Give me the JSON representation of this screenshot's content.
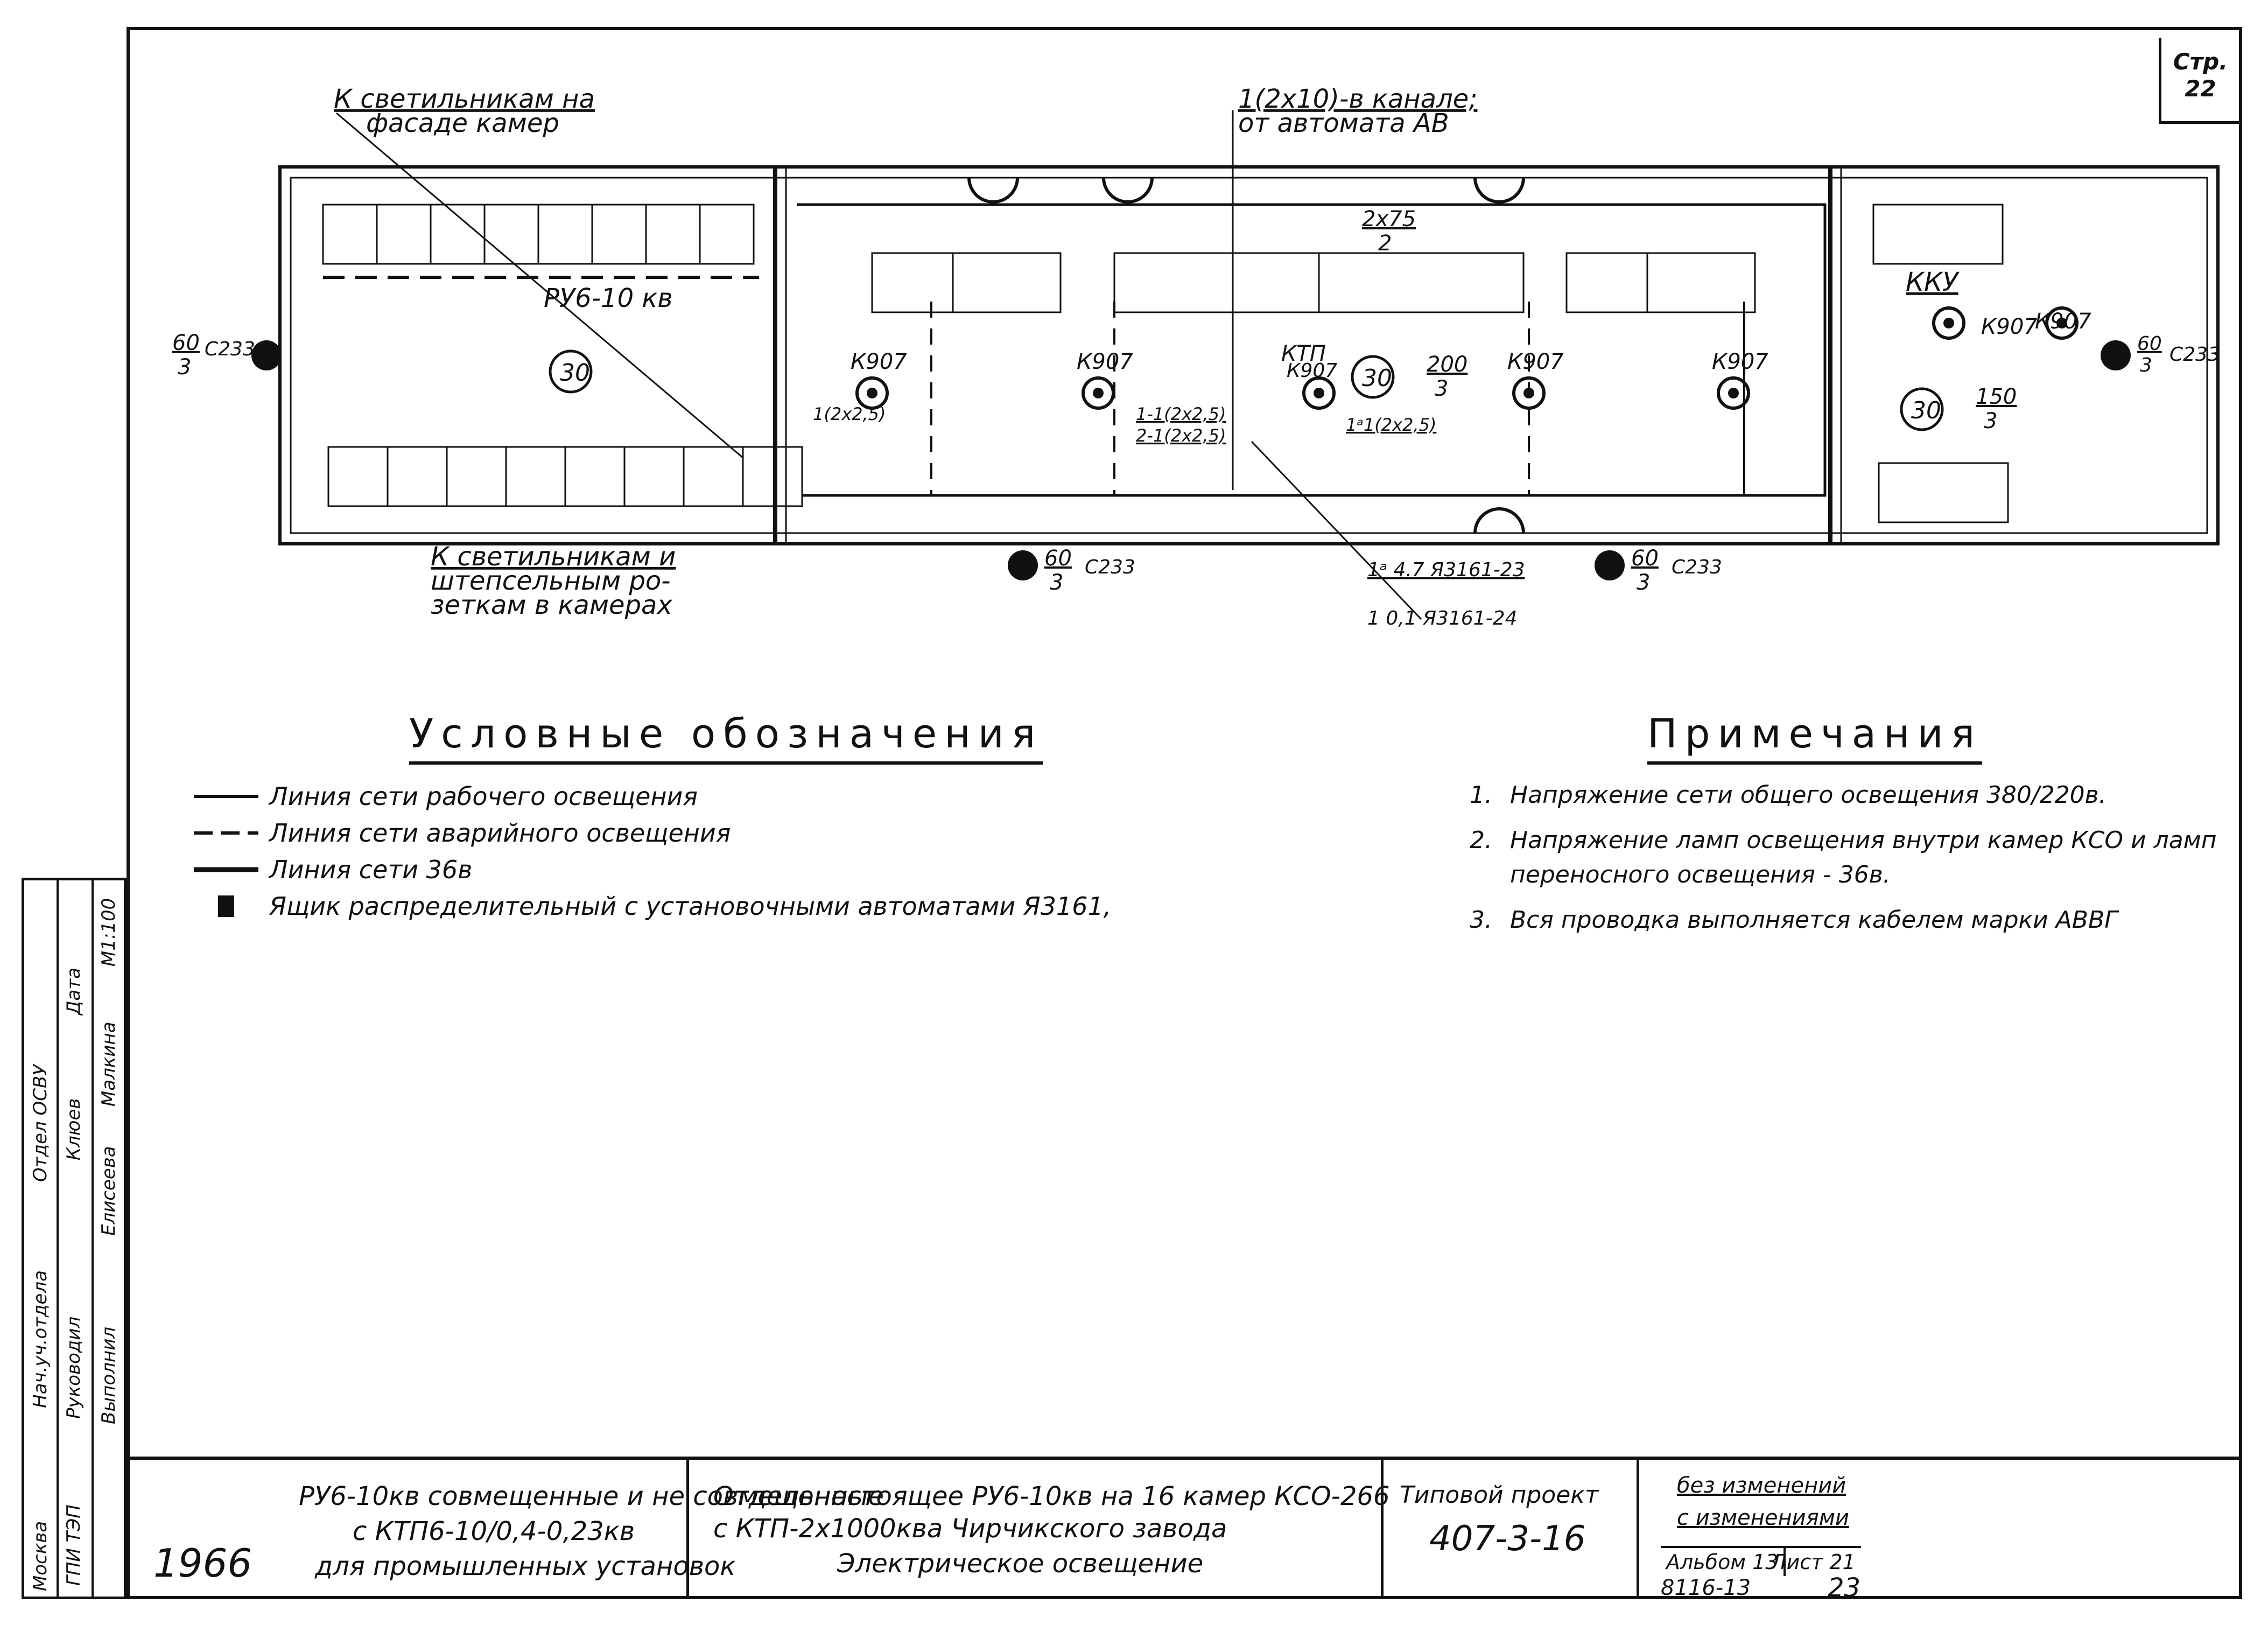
{
  "page_no": {
    "label": "Стр.",
    "value": "22"
  },
  "plan": {
    "callout_facade": [
      "К светильникам на",
      "фасаде камер"
    ],
    "callout_canal": [
      "1(2x10)-в канале;",
      "от автомата АВ"
    ],
    "callout_cameras": [
      "К светильникам и",
      "штепсельным ро-",
      "зеткам в камерах"
    ],
    "room_left": "РУ6-10 кв",
    "room_right": "ККУ",
    "room_center": "КТП",
    "lux": "30",
    "fixture": "К907",
    "cable_top": "2x75",
    "cable_top_den": "2",
    "c233": "С233",
    "frac_60_3": [
      "60",
      "3"
    ],
    "frac_200_3": [
      "200",
      "3"
    ],
    "frac_150_3": [
      "150",
      "3"
    ],
    "wire_1": "1(2x2,5)",
    "wire_2": "1-1(2x2,5)",
    "wire_3": "2-1(2x2,5)",
    "wire_4": "1ᵃ1(2x2,5)",
    "breaker_1": "1ᵃ 4.7 Я3161-23",
    "breaker_2": "1 0,1 Я3161-24"
  },
  "legend": {
    "title": "Условные обозначения",
    "items": [
      {
        "text": "Линия сети рабочего освещения"
      },
      {
        "text": "Линия сети аварийного освещения"
      },
      {
        "text": "Линия сети 36в"
      },
      {
        "text": "Ящик распределительный с установочными автоматами Я3161,"
      }
    ]
  },
  "notes": {
    "title": "Примечания",
    "items": [
      {
        "num": "1.",
        "text": "Напряжение сети общего освещения 380/220в."
      },
      {
        "num": "2.",
        "text": "Напряжение ламп освещения внутри камер КСО и ламп переносного освещения - 36в."
      },
      {
        "num": "3.",
        "text": "Вся проводка выполняется кабелем марки АВВГ"
      }
    ]
  },
  "stamp": {
    "dept": "Отдел ОСВУ",
    "date": "Дата",
    "scale": "М1:100",
    "head": "Нач.уч.отдела",
    "head_name": "Клюев",
    "lead": "Руководил",
    "lead_name": "Малкина",
    "exec": "Выполнил",
    "exec_name": "Елисеева",
    "city": "Москва",
    "org": "ГПИ ТЭП"
  },
  "title_block": {
    "year": "1966",
    "series": [
      "РУ6-10кв совмещенные и не совмещенные",
      "с КТП6-10/0,4-0,23кв",
      "для промышленных установок"
    ],
    "object": [
      "Отдельностоящее РУ6-10кв на 16 камер КСО-266",
      "с КТП-2x1000ква Чирчикского завода",
      "Электрическое освещение"
    ],
    "project_label": "Типовой проект",
    "project_no": "407-3-16",
    "changes_1": "без изменений",
    "changes_2": "с изменениями",
    "album": "Альбом 13",
    "sheet": "Лист 21",
    "code": "8116-13",
    "page": "23"
  }
}
